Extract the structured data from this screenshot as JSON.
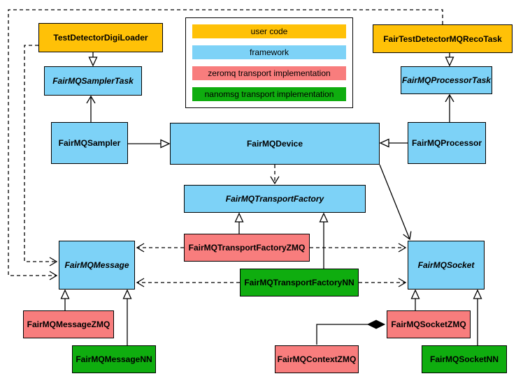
{
  "legend": {
    "items": [
      {
        "label": "user code",
        "color": "#FFC107",
        "category": "user-code"
      },
      {
        "label": "framework",
        "color": "#7DD2F7",
        "category": "framework"
      },
      {
        "label": "zeromq transport implementation",
        "color": "#F87D7D",
        "category": "zeromq"
      },
      {
        "label": "nanomsg transport implementation",
        "color": "#0FAD0F",
        "category": "nanomsg"
      }
    ]
  },
  "nodes": {
    "testDetectorDigiLoader": {
      "label": "TestDetectorDigiLoader",
      "category": "user-code",
      "abstract": false
    },
    "fairTestDetectorMQRecoTask": {
      "label": "FairTestDetectorMQRecoTask",
      "category": "user-code",
      "abstract": false
    },
    "fairMQSamplerTask": {
      "label": "FairMQSamplerTask",
      "category": "framework",
      "abstract": true
    },
    "fairMQProcessorTask": {
      "label": "FairMQProcessorTask",
      "category": "framework",
      "abstract": true
    },
    "fairMQSampler": {
      "label": "FairMQSampler",
      "category": "framework",
      "abstract": false
    },
    "fairMQDevice": {
      "label": "FairMQDevice",
      "category": "framework",
      "abstract": false
    },
    "fairMQProcessor": {
      "label": "FairMQProcessor",
      "category": "framework",
      "abstract": false
    },
    "fairMQTransportFactory": {
      "label": "FairMQTransportFactory",
      "category": "framework",
      "abstract": true
    },
    "fairMQTransportFactoryZMQ": {
      "label": "FairMQTransportFactoryZMQ",
      "category": "zeromq",
      "abstract": false
    },
    "fairMQTransportFactoryNN": {
      "label": "FairMQTransportFactoryNN",
      "category": "nanomsg",
      "abstract": false
    },
    "fairMQMessage": {
      "label": "FairMQMessage",
      "category": "framework",
      "abstract": true
    },
    "fairMQSocket": {
      "label": "FairMQSocket",
      "category": "framework",
      "abstract": true
    },
    "fairMQMessageZMQ": {
      "label": "FairMQMessageZMQ",
      "category": "zeromq",
      "abstract": false
    },
    "fairMQMessageNN": {
      "label": "FairMQMessageNN",
      "category": "nanomsg",
      "abstract": false
    },
    "fairMQSocketZMQ": {
      "label": "FairMQSocketZMQ",
      "category": "zeromq",
      "abstract": false
    },
    "fairMQSocketNN": {
      "label": "FairMQSocketNN",
      "category": "nanomsg",
      "abstract": false
    },
    "fairMQContextZMQ": {
      "label": "FairMQContextZMQ",
      "category": "zeromq",
      "abstract": false
    }
  },
  "relationships": [
    {
      "from": "TestDetectorDigiLoader",
      "to": "FairMQSamplerTask",
      "type": "inheritance"
    },
    {
      "from": "FairTestDetectorMQRecoTask",
      "to": "FairMQProcessorTask",
      "type": "inheritance"
    },
    {
      "from": "FairMQSampler",
      "to": "FairMQSamplerTask",
      "type": "association"
    },
    {
      "from": "FairMQProcessor",
      "to": "FairMQProcessorTask",
      "type": "association"
    },
    {
      "from": "FairMQSampler",
      "to": "FairMQDevice",
      "type": "inheritance"
    },
    {
      "from": "FairMQProcessor",
      "to": "FairMQDevice",
      "type": "inheritance"
    },
    {
      "from": "FairMQDevice",
      "to": "FairMQTransportFactory",
      "type": "dependency"
    },
    {
      "from": "FairMQDevice",
      "to": "FairMQSocket",
      "type": "association"
    },
    {
      "from": "FairMQTransportFactoryZMQ",
      "to": "FairMQTransportFactory",
      "type": "inheritance"
    },
    {
      "from": "FairMQTransportFactoryNN",
      "to": "FairMQTransportFactory",
      "type": "inheritance"
    },
    {
      "from": "FairMQTransportFactoryZMQ",
      "to": "FairMQMessage",
      "type": "dependency"
    },
    {
      "from": "FairMQTransportFactoryZMQ",
      "to": "FairMQSocket",
      "type": "dependency"
    },
    {
      "from": "FairMQTransportFactoryNN",
      "to": "FairMQMessage",
      "type": "dependency"
    },
    {
      "from": "FairMQTransportFactoryNN",
      "to": "FairMQSocket",
      "type": "dependency"
    },
    {
      "from": "TestDetectorDigiLoader",
      "to": "FairMQMessage",
      "type": "dependency"
    },
    {
      "from": "FairTestDetectorMQRecoTask",
      "to": "FairMQMessage",
      "type": "dependency"
    },
    {
      "from": "FairMQMessageZMQ",
      "to": "FairMQMessage",
      "type": "inheritance"
    },
    {
      "from": "FairMQMessageNN",
      "to": "FairMQMessage",
      "type": "inheritance"
    },
    {
      "from": "FairMQSocketZMQ",
      "to": "FairMQSocket",
      "type": "inheritance"
    },
    {
      "from": "FairMQSocketNN",
      "to": "FairMQSocket",
      "type": "inheritance"
    },
    {
      "from": "FairMQSocketZMQ",
      "to": "FairMQContextZMQ",
      "type": "composition"
    }
  ]
}
